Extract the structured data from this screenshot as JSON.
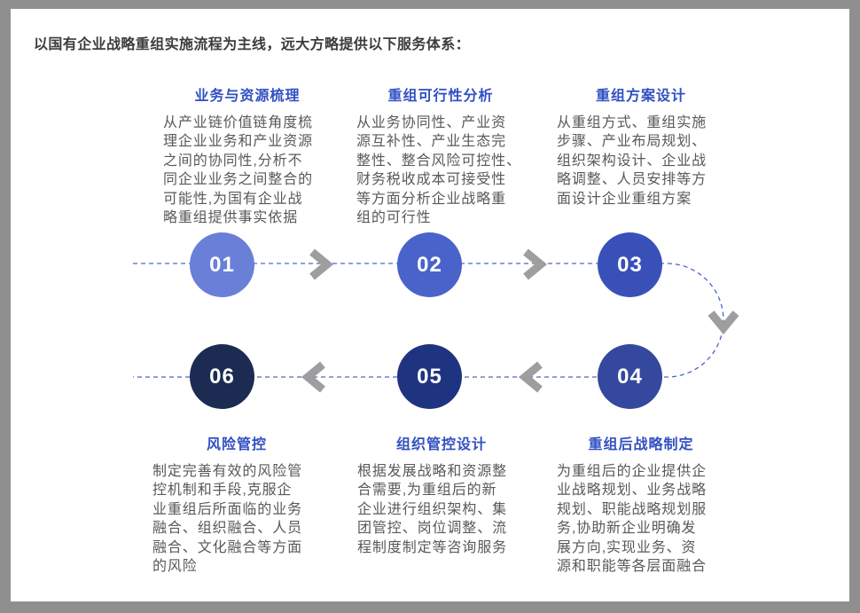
{
  "page": {
    "title": "以国有企业战略重组实施流程为主线，远大方略提供以下服务体系："
  },
  "colors": {
    "frame_gray": "#8F8F8F",
    "card_bg": "#FFFFFF",
    "title_text": "#3C3C3C",
    "header_blue": "#3150C2",
    "body_text": "#58595B",
    "dashed_line": "#4E63CA",
    "chevron_gray": "#9E9E9E"
  },
  "steps": [
    {
      "number": "01",
      "title": "业务与资源梳理",
      "description": "从产业链价值链角度梳\n理企业业务和产业资源\n之间的协同性,分析不\n同企业业务之间整合的\n可能性,为国有企业战\n略重组提供事实依据",
      "circle_color": "#6A7FD8"
    },
    {
      "number": "02",
      "title": "重组可行性分析",
      "description": "从业务协同性、产业资\n源互补性、产业生态完\n整性、整合风险可控性、\n财务税收成本可接受性\n等方面分析企业战略重\n组的可行性",
      "circle_color": "#4A63CB"
    },
    {
      "number": "03",
      "title": "重组方案设计",
      "description": "从重组方式、重组实施\n步骤、产业布局规划、\n组织架构设计、企业战\n略调整、人员安排等方\n面设计企业重组方案",
      "circle_color": "#3A50B9"
    },
    {
      "number": "04",
      "title": "重组后战略制定",
      "description": "为重组后的企业提供企\n业战略规划、业务战略\n规划、职能战略规划服\n务,协助新企业明确发\n展方向,实现业务、资\n源和职能等各层面融合",
      "circle_color": "#34499E"
    },
    {
      "number": "05",
      "title": "组织管控设计",
      "description": "根据发展战略和资源整\n合需要,为重组后的新\n企业进行组织架构、集\n团管控、岗位调整、流\n程制度制定等咨询服务",
      "circle_color": "#1F3480"
    },
    {
      "number": "06",
      "title": "风险管控",
      "description": "制定完善有效的风险管\n控机制和手段,克服企\n业重组后所面临的业务\n融合、组织融合、人员\n融合、文化融合等方面\n的风险",
      "circle_color": "#1C2B52"
    }
  ]
}
